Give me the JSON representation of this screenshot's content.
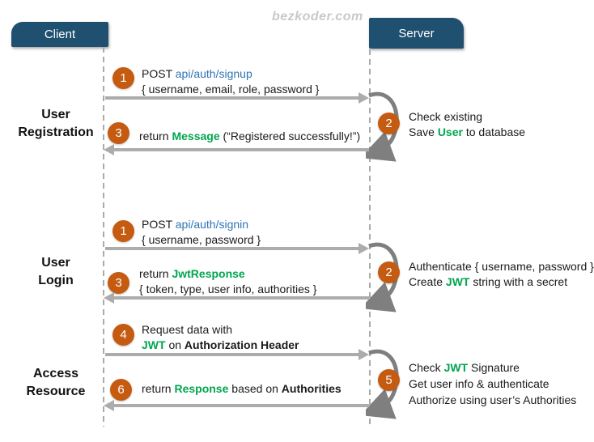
{
  "watermark": "bezkoder.com",
  "actors": {
    "client": "Client",
    "server": "Server"
  },
  "colors": {
    "header_bg": "#1F5070",
    "badge_bg": "#C55A11",
    "link_blue": "#2E75B6",
    "keyword_green": "#00A54F",
    "arrow_gray": "#ACACAC",
    "loop_gray": "#7F7F7F",
    "lifeline_gray": "#ABABAB"
  },
  "registration": {
    "section_label_line1": "User",
    "section_label_line2": "Registration",
    "request": {
      "badge": "1",
      "method": "POST ",
      "endpoint": "api/auth/signup",
      "payload": "{ username, email, role, password }"
    },
    "server_note": {
      "badge": "2",
      "line1": "Check existing",
      "line2_pre": "Save ",
      "line2_keyword": "User",
      "line2_post": " to database"
    },
    "response": {
      "badge": "3",
      "pre": "return ",
      "keyword": "Message",
      "post": " (“Registered successfully!”)"
    }
  },
  "login": {
    "section_label_line1": "User",
    "section_label_line2": "Login",
    "request": {
      "badge": "1",
      "method": "POST ",
      "endpoint": "api/auth/signin",
      "payload": "{ username, password }"
    },
    "server_note": {
      "badge": "2",
      "line1": "Authenticate { username, password }",
      "line2_pre": "Create ",
      "line2_keyword": "JWT",
      "line2_post": " string with a secret"
    },
    "response": {
      "badge": "3",
      "pre": "return ",
      "keyword": "JwtResponse",
      "payload": "{ token, type, user info, authorities }"
    }
  },
  "access": {
    "section_label_line1": "Access",
    "section_label_line2": "Resource",
    "request": {
      "badge": "4",
      "line1": "Request data with",
      "line2_keyword": "JWT",
      "line2_mid": " on ",
      "line2_bold": "Authorization Header"
    },
    "server_note": {
      "badge": "5",
      "line1_pre": "Check ",
      "line1_keyword": "JWT",
      "line1_post": " Signature",
      "line2": "Get user info & authenticate",
      "line3": "Authorize using user’s Authorities"
    },
    "response": {
      "badge": "6",
      "pre": "return ",
      "keyword": "Response",
      "mid": " based on ",
      "bold": "Authorities"
    }
  }
}
